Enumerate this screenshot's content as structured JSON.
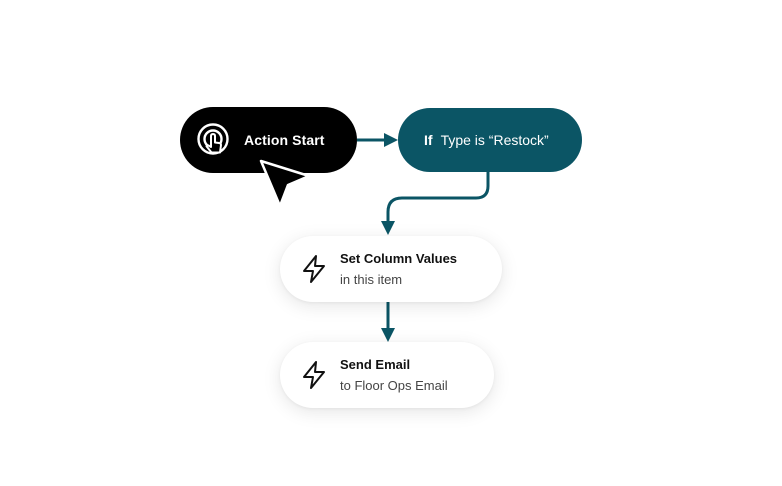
{
  "colors": {
    "connector": "#0b5565",
    "start_node": "#000000",
    "condition_node": "#0b5565",
    "step_node": "#ffffff"
  },
  "nodes": {
    "start": {
      "label": "Action Start",
      "icon": "tap-gesture-icon"
    },
    "condition": {
      "keyword": "If",
      "text": "Type is “Restock”"
    },
    "steps": [
      {
        "title": "Set Column Values",
        "subtitle": "in this item",
        "icon": "lightning-bolt-icon"
      },
      {
        "title": "Send Email",
        "subtitle": "to Floor Ops Email",
        "icon": "lightning-bolt-icon"
      }
    ]
  }
}
